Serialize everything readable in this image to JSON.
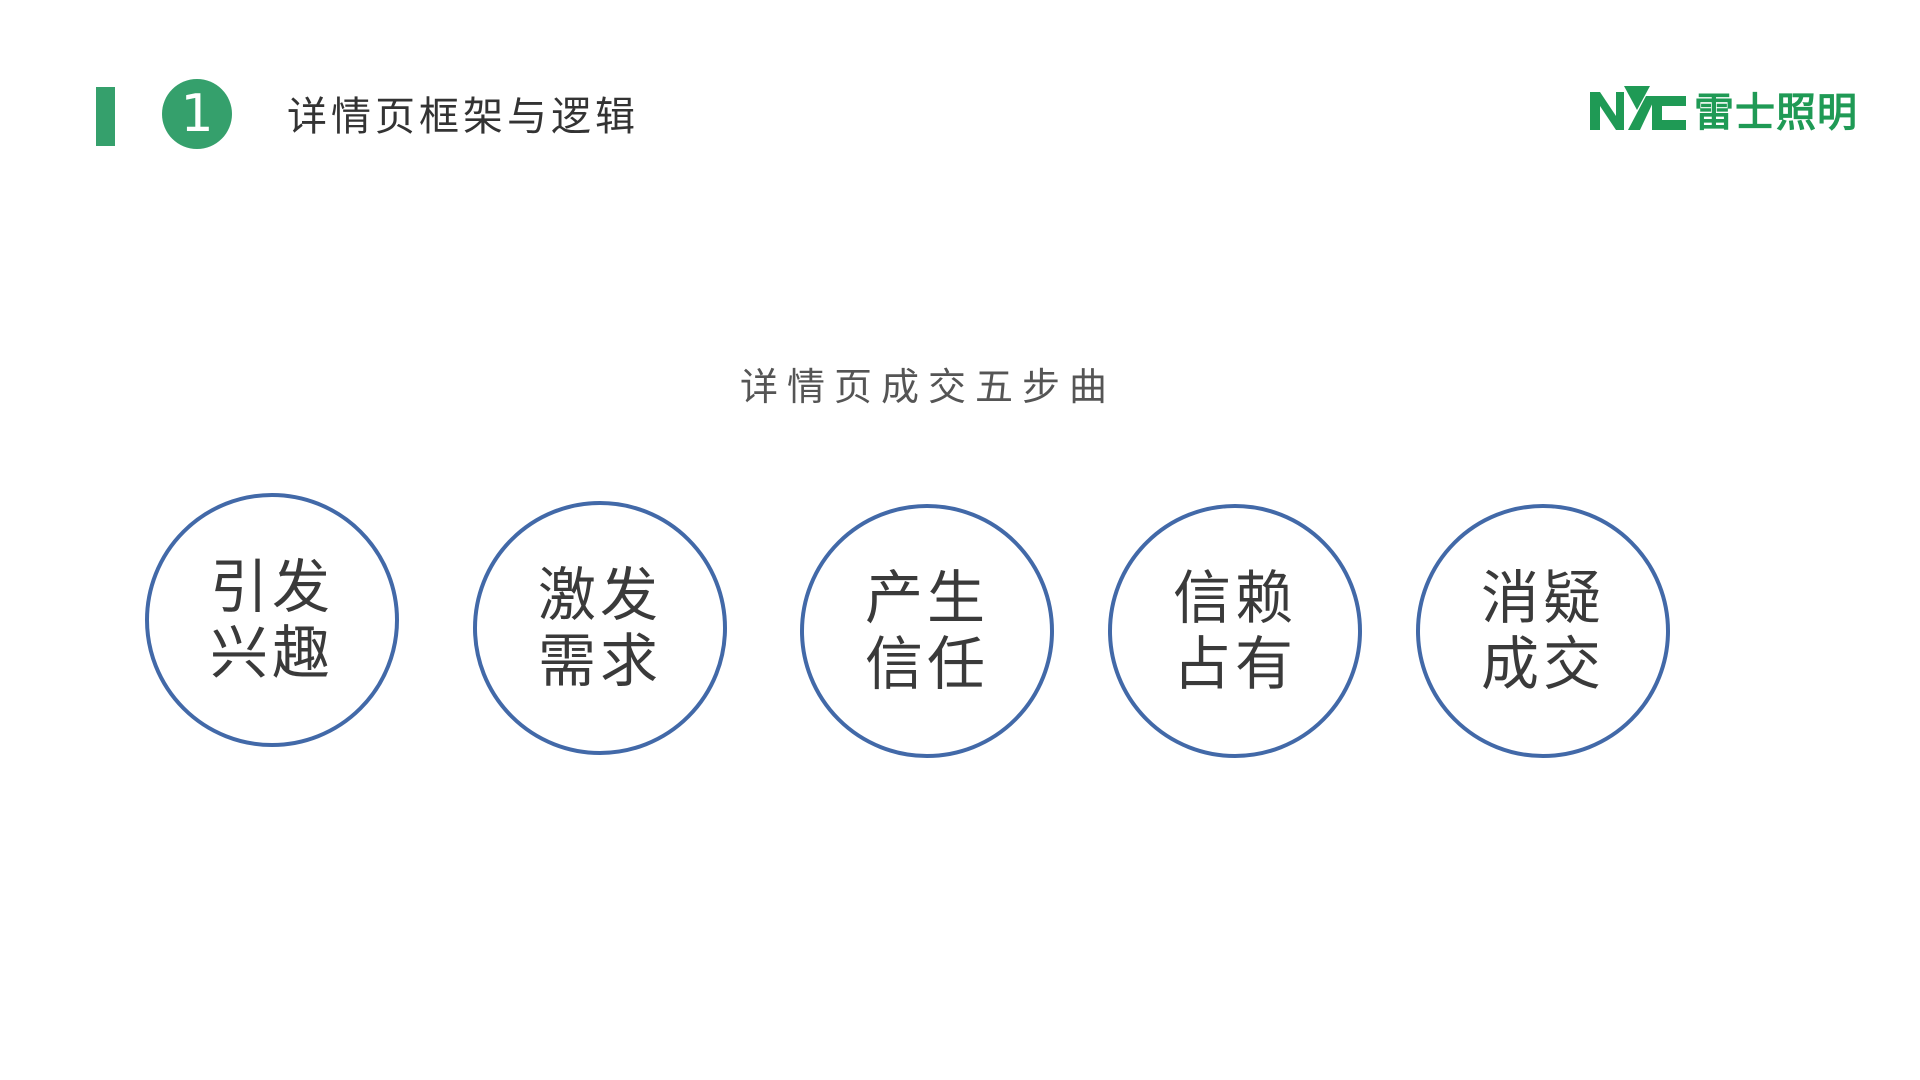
{
  "header": {
    "section_number": "1",
    "title": "详情页框架与逻辑",
    "brand_color": "#35a06c"
  },
  "logo": {
    "mark": "NVC",
    "text": "雷士照明"
  },
  "main": {
    "subtitle": "详情页成交五步曲",
    "steps": [
      {
        "line1": "引发",
        "line2": "兴趣"
      },
      {
        "line1": "激发",
        "line2": "需求"
      },
      {
        "line1": "产生",
        "line2": "信任"
      },
      {
        "line1": "信赖",
        "line2": "占有"
      },
      {
        "line1": "消疑",
        "line2": "成交"
      }
    ],
    "circle_color": "#4269a8"
  }
}
